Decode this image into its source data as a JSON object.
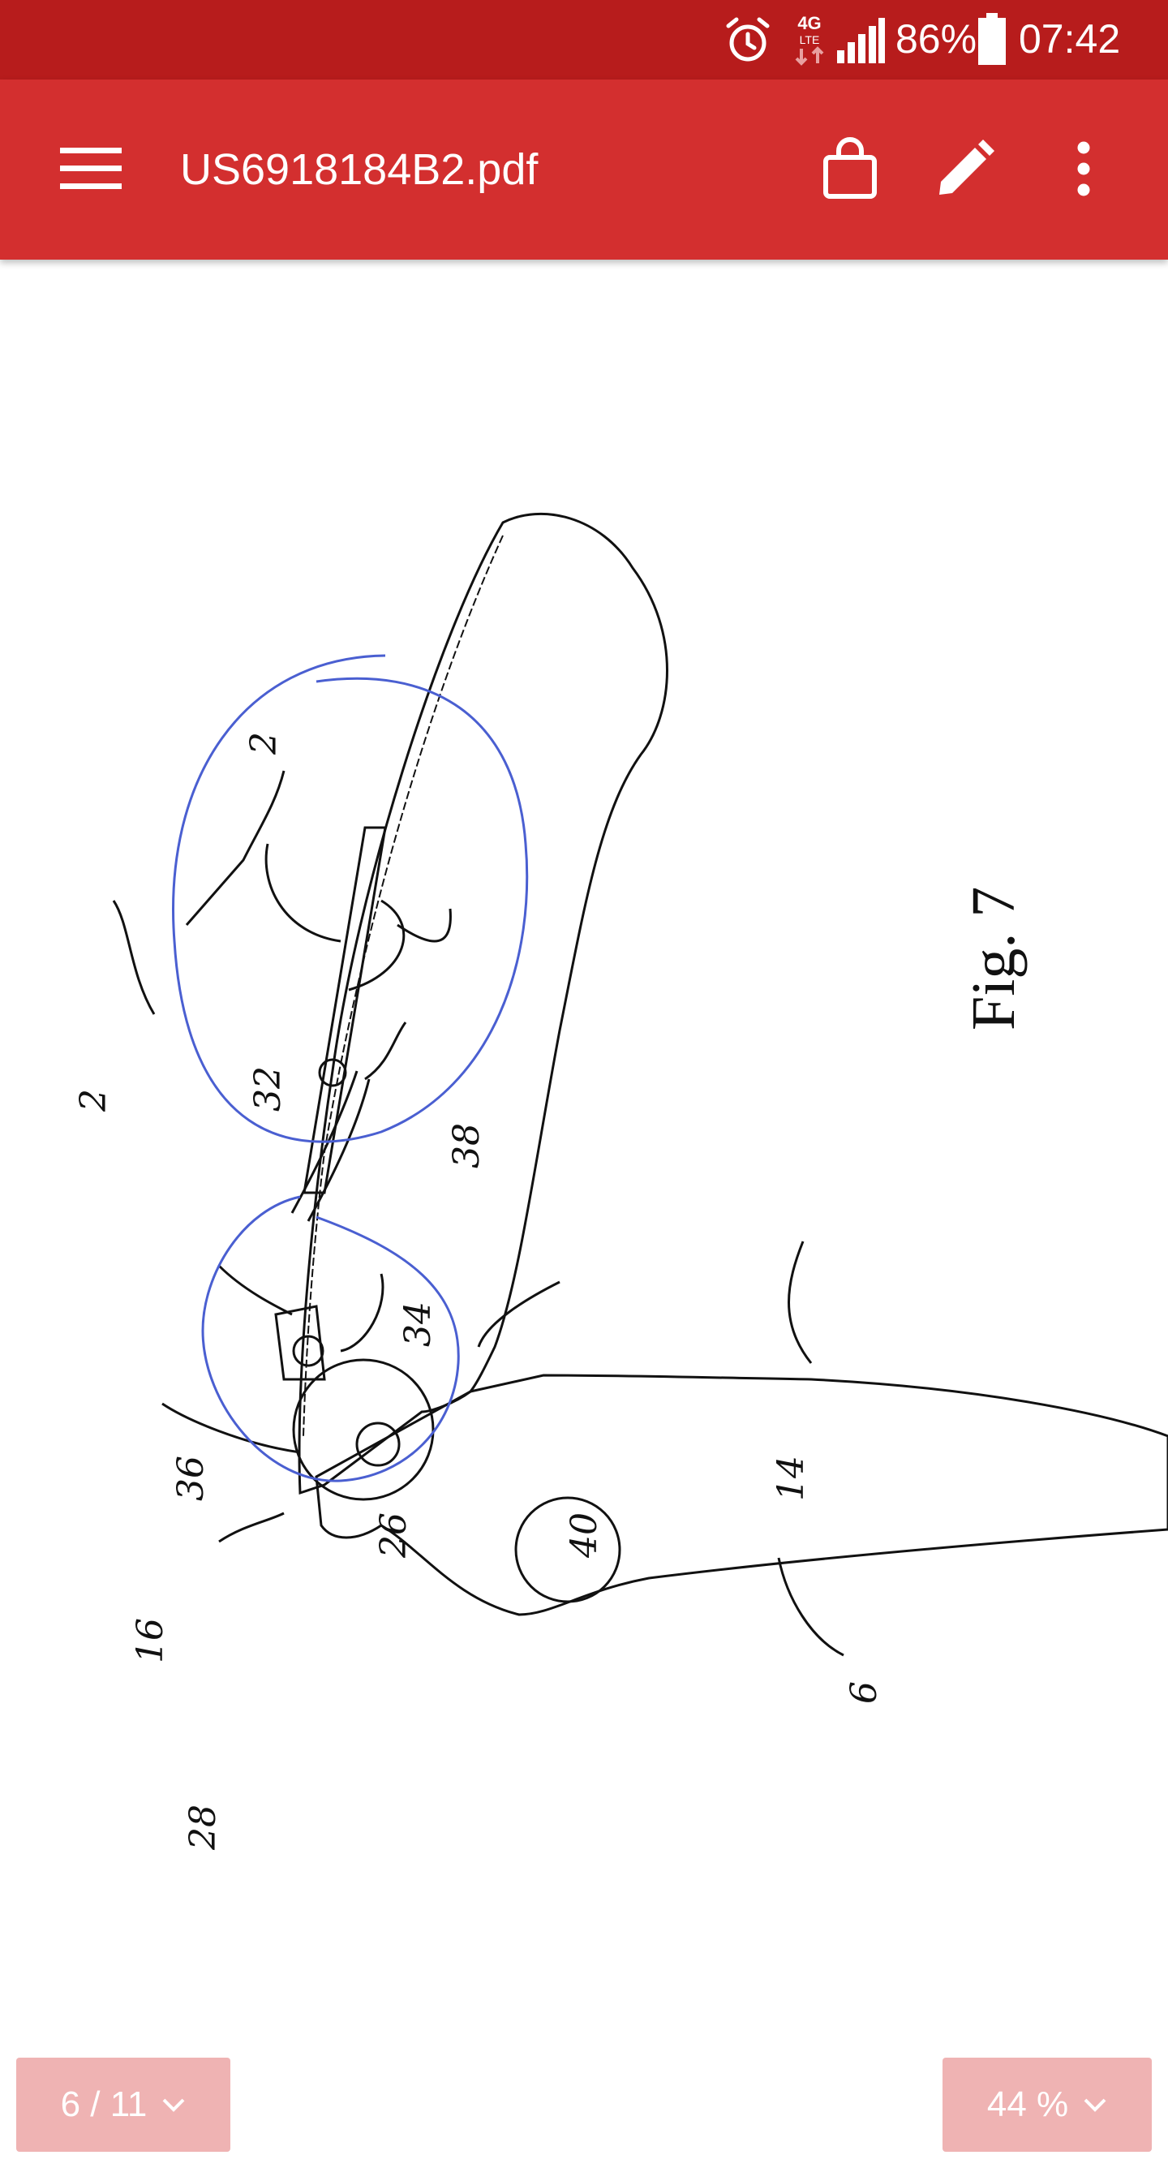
{
  "status_bar": {
    "battery": "86%",
    "time": "07:42",
    "network": "4G",
    "network_sub": "LTE",
    "icons": [
      "alarm-icon",
      "network-icon",
      "signal-icon",
      "battery-icon"
    ]
  },
  "app_bar": {
    "title": "US6918184B2.pdf",
    "icons": [
      "menu-icon",
      "shopping-bag-icon",
      "edit-icon",
      "more-vert-icon"
    ]
  },
  "document": {
    "figure_label": "Fig. 7",
    "reference_numerals": [
      "2",
      "2",
      "32",
      "38",
      "34",
      "36",
      "26",
      "40",
      "14",
      "16",
      "28",
      "6"
    ]
  },
  "footer": {
    "page_indicator": "6 / 11",
    "zoom": "44 %"
  },
  "colors": {
    "status_bar": "#b71c1c",
    "app_bar": "#d32f2f",
    "pill": "#efb3b3",
    "annotation_ink": "#4a5fd1",
    "drawing_ink": "#111111"
  }
}
